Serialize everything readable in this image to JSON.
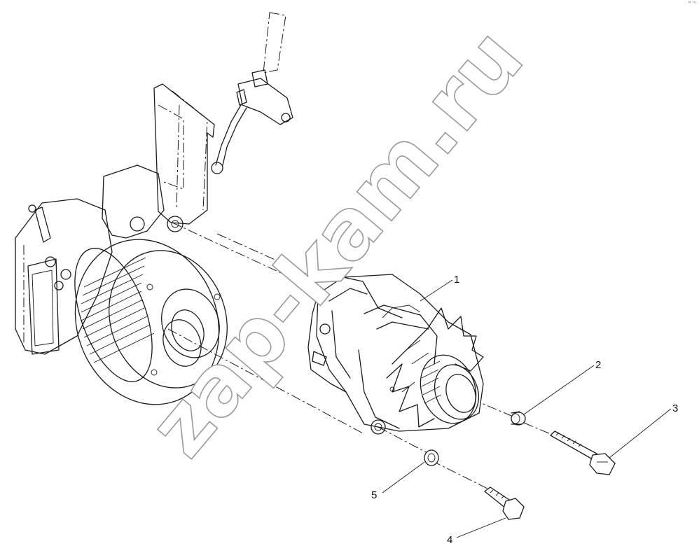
{
  "callouts": [
    {
      "num": "1",
      "part": "alternator"
    },
    {
      "num": "2",
      "part": "spacer-bushing"
    },
    {
      "num": "3",
      "part": "long-bolt"
    },
    {
      "num": "4",
      "part": "short-bolt"
    },
    {
      "num": "5",
      "part": "washer"
    }
  ],
  "watermark": "zap-kam.ru",
  "corner_mark": "ᴺ ᵐ"
}
